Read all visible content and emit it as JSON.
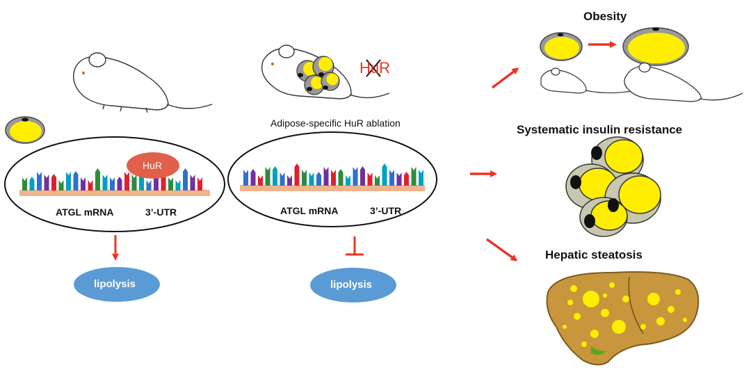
{
  "labels": {
    "left_mrna": "ATGL mRNA",
    "left_utr": "3’-UTR",
    "right_mrna": "ATGL mRNA",
    "right_utr": "3’-UTR",
    "hur_protein": "HuR",
    "hur_crossed": "HuR",
    "ablation_caption": "Adipose-specific  HuR ablation",
    "lipolysis_left": "lipolysis",
    "lipolysis_right": "lipolysis"
  },
  "outcomes": {
    "obesity": "Obesity",
    "insulin_resistance": "Systematic insulin resistance",
    "hepatic_steatosis": "Hepatic steatosis"
  },
  "colors": {
    "arrow_red": "#ee3322",
    "lipolysis_blue": "#5b9bd5",
    "hur_red": "#e0604a",
    "mrna_strand": "#f0b48c",
    "fat_yellow": "#ffee00",
    "cell_gray": "#9a9a9a",
    "liver_brown": "#c8963c",
    "bases": [
      "#7030a0",
      "#2e8b3c",
      "#2f6fcf",
      "#e02030",
      "#00a0c0"
    ]
  }
}
